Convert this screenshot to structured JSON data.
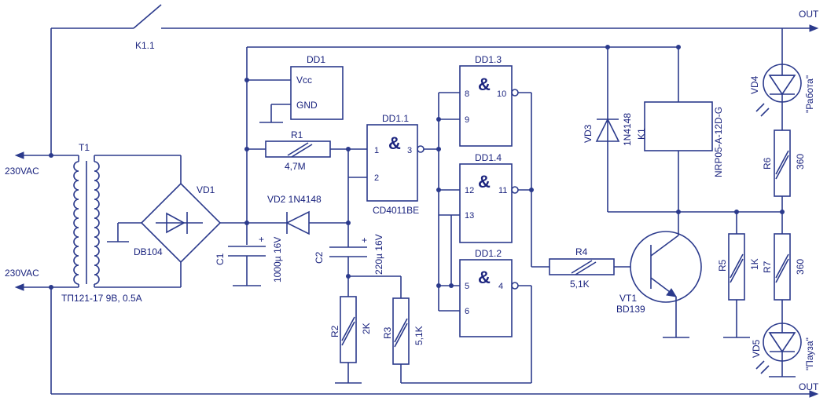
{
  "labels": {
    "out_top": "OUT",
    "out_bottom": "OUT",
    "k11": "K1.1",
    "ac_top": "230VAC",
    "ac_bottom": "230VAC",
    "t1": "T1",
    "t1_desc": "ТП121-17 9В, 0.5А",
    "vd1": "VD1",
    "db104": "DB104",
    "c1": "C1",
    "c1_val": "1000µ 16V",
    "dd1": "DD1",
    "vcc": "Vcc",
    "gnd": "GND",
    "r1": "R1",
    "r1_val": "4,7M",
    "vd2": "VD2 1N4148",
    "c2": "C2",
    "c2_val": "220µ 16V",
    "r2": "R2",
    "r2_val": "2K",
    "r3": "R3",
    "r3_val": "5,1K",
    "dd11": "DD1.1",
    "cd4011": "CD4011BE",
    "dd13": "DD1.3",
    "dd14": "DD1.4",
    "dd12": "DD1.2",
    "r4": "R4",
    "r4_val": "5,1K",
    "vd3": "VD3",
    "vd3_val": "1N4148",
    "k1": "K1",
    "k1_val": "NRP05-A-12D-G",
    "vt1": "VT1",
    "vt1_val": "BD139",
    "vd4": "VD4",
    "vd4_val": "\"Работа\"",
    "r6": "R6",
    "r6_val": "360",
    "r5": "R5",
    "r5_val": "1K",
    "r7": "R7",
    "r7_val": "360",
    "vd5": "VD5",
    "vd5_val": "\"Пауза\"",
    "amp": "&",
    "plus": "+",
    "pin1": "1",
    "pin2": "2",
    "pin3": "3",
    "pin8": "8",
    "pin9": "9",
    "pin10": "10",
    "pin12": "12",
    "pin13": "13",
    "pin11": "11",
    "pin5": "5",
    "pin6": "6",
    "pin4": "4"
  },
  "colors": {
    "ink": "#2b3a8c",
    "text": "#1a237e",
    "background": "#ffffff"
  }
}
